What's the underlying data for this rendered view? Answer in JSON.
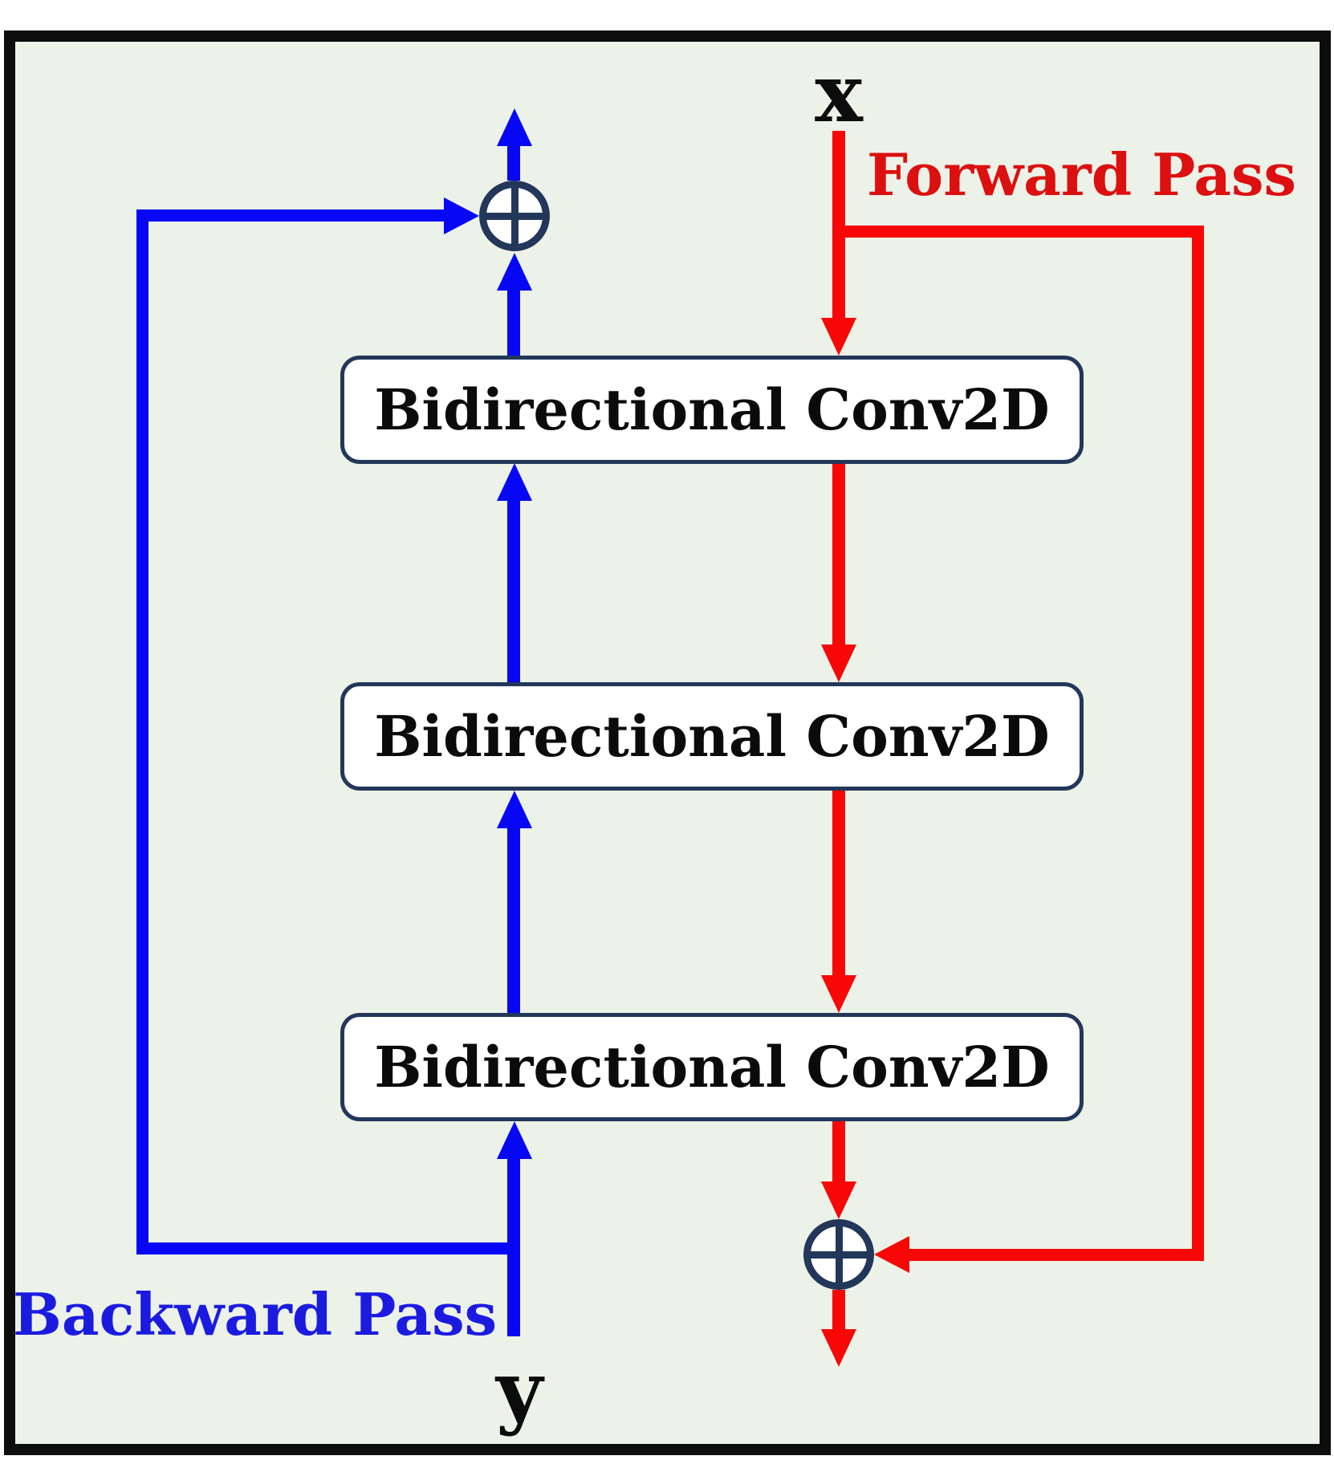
{
  "diagram": {
    "input_label": "x",
    "output_label": "y",
    "forward_pass_label": "Forward Pass",
    "backward_pass_label": "Backward Pass",
    "blocks": [
      {
        "label": "Bidirectional Conv2D"
      },
      {
        "label": "Bidirectional Conv2D"
      },
      {
        "label": "Bidirectional Conv2D"
      }
    ],
    "sum_symbol": "circled-plus"
  },
  "colors": {
    "forward": "#f80707",
    "forward-text": "#dc1010",
    "backward": "#0707f5",
    "backward-text": "#1b1be0",
    "navy": "#22375a",
    "canvas": "#ecf2e7",
    "frame": "#0d0d0d",
    "box-bg": "#ffffff",
    "box-text": "#0b0b0b",
    "io-text": "#0c0c0c"
  }
}
